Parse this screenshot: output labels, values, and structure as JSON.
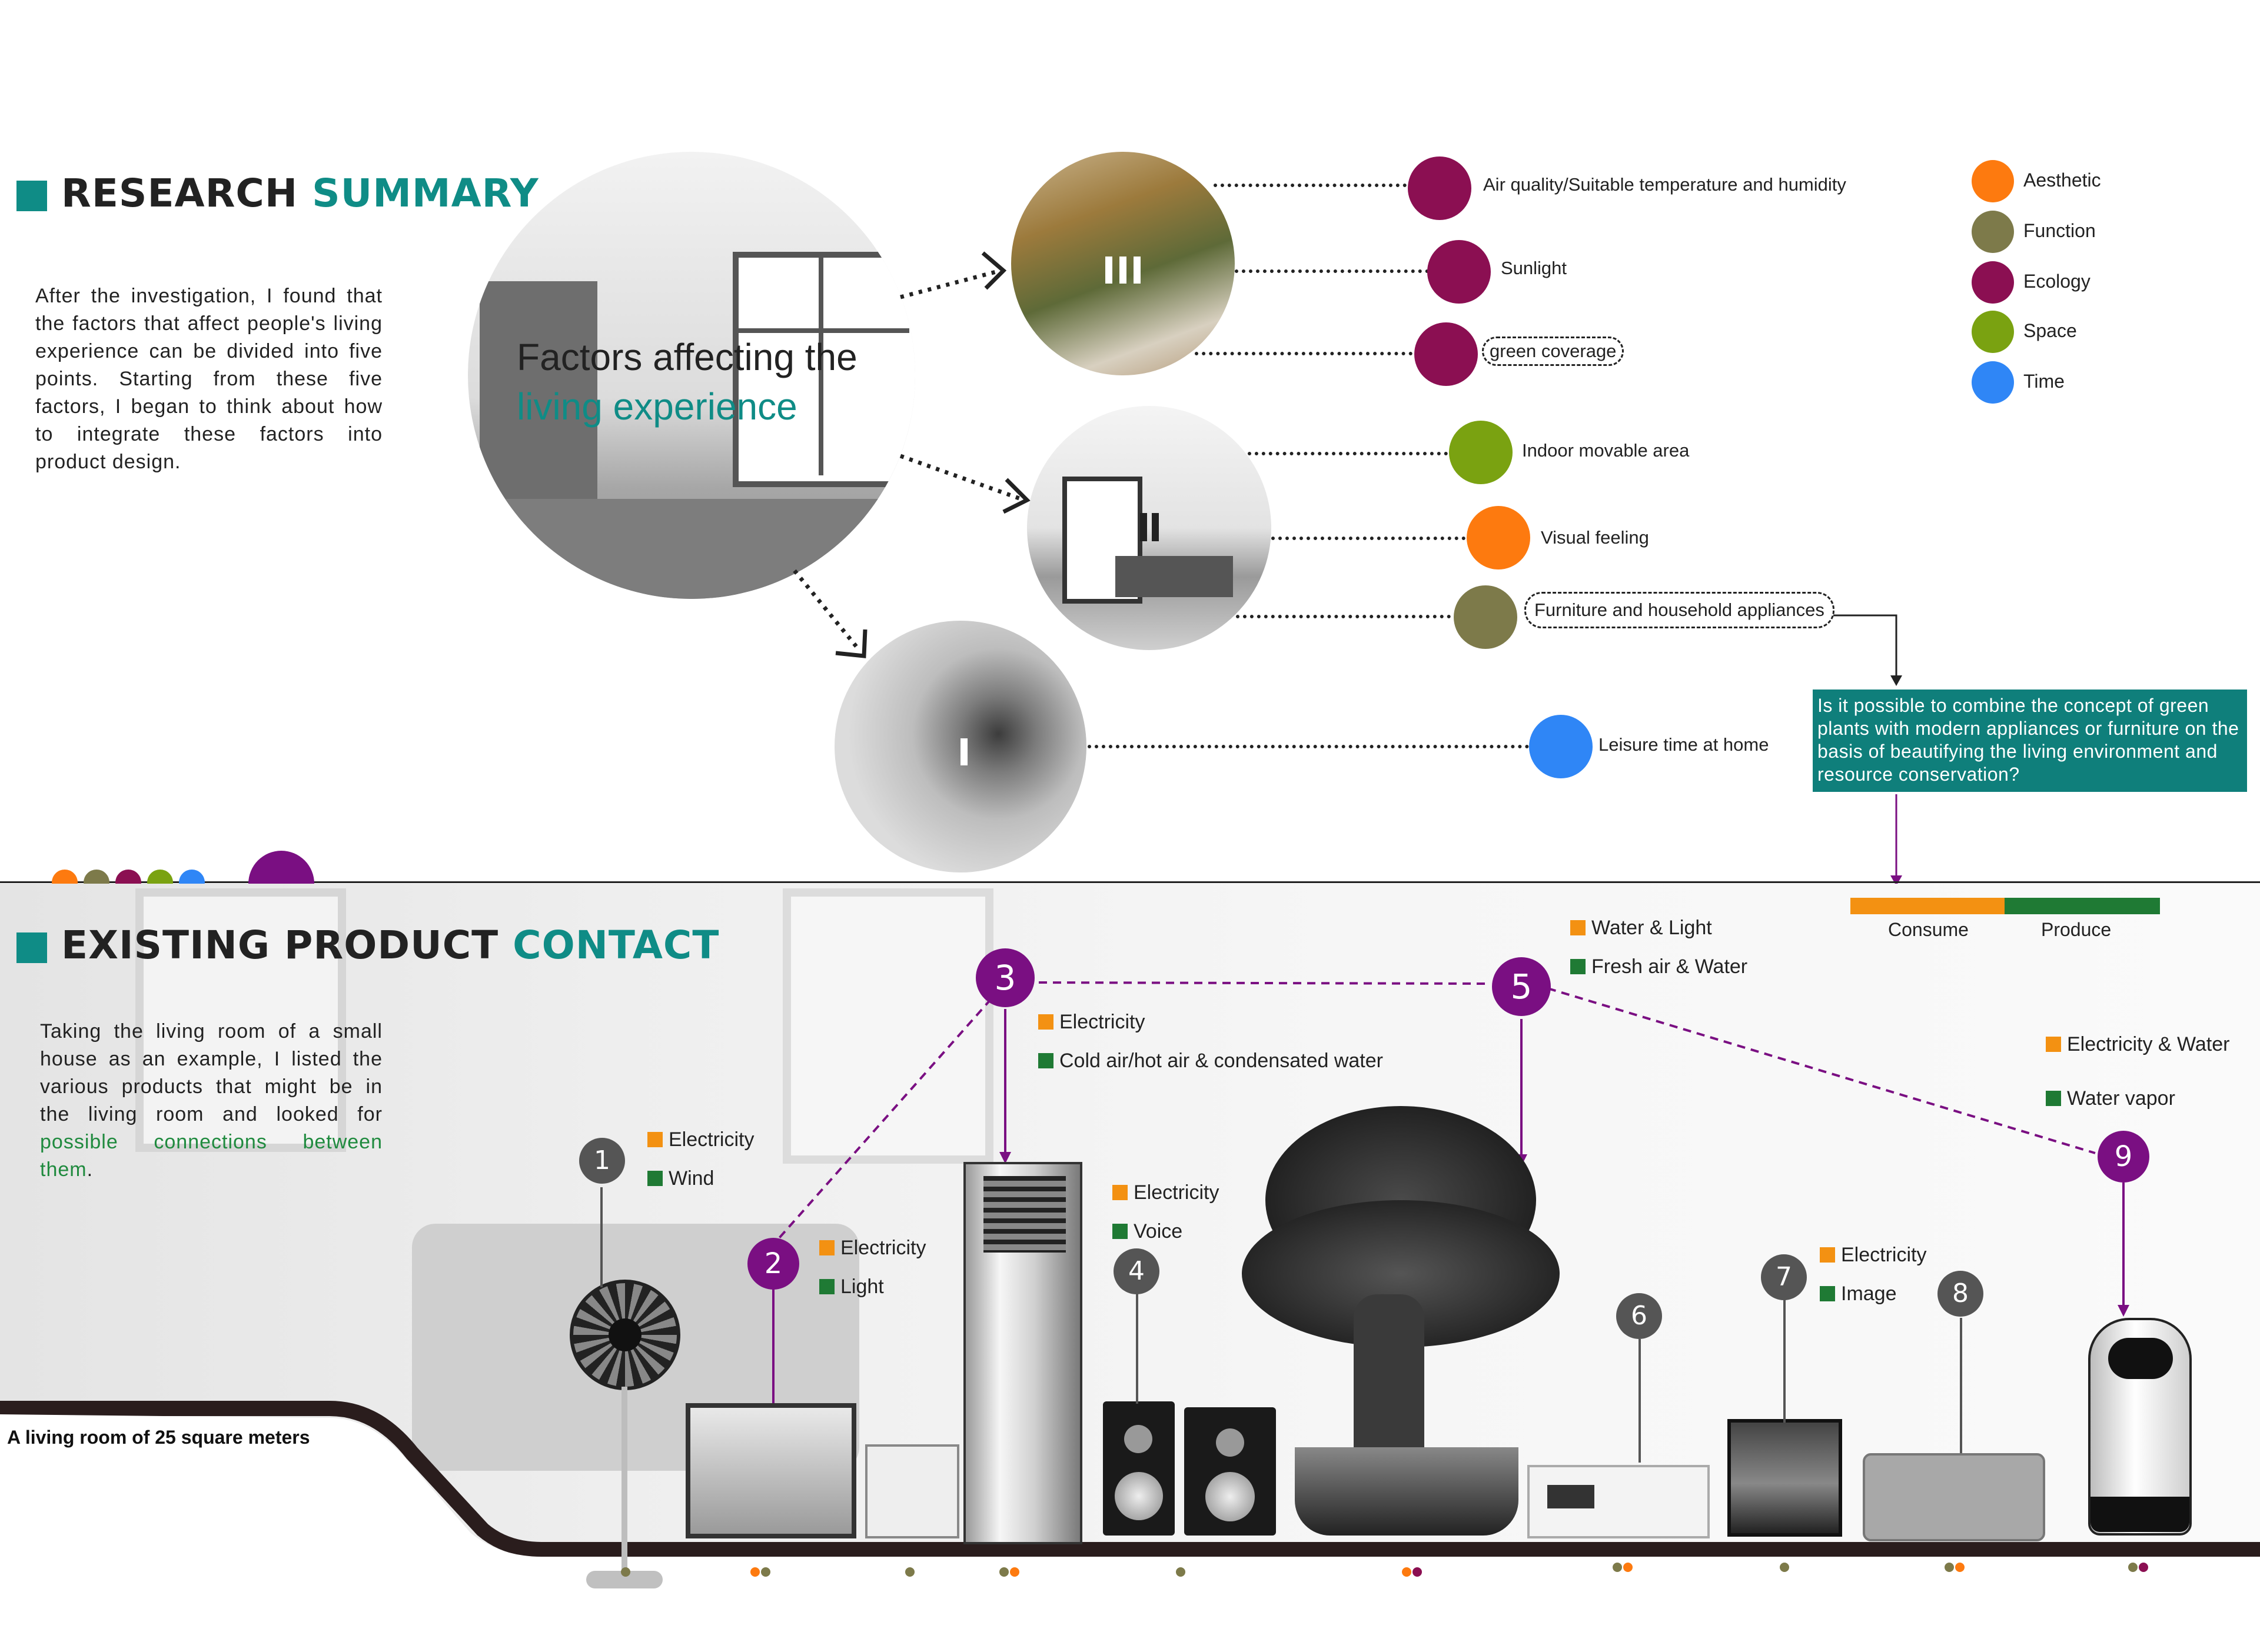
{
  "colors": {
    "teal": "#0f8c86",
    "aesthetic": "#fd7a0f",
    "function": "#7d7a4a",
    "ecology": "#8b0f52",
    "space": "#7aa211",
    "time": "#2f86f6",
    "purple": "#7a0f82",
    "consume": "#f39112",
    "produce": "#1f7a34"
  },
  "research": {
    "title_main": "RESEARCH",
    "title_accent": "SUMMARY",
    "paragraph": "After the investigation, I found that the factors that affect people's living experience can be divided into five points. Starting from these five factors, I began to think about how to integrate these factors into product design.",
    "center_line1": "Factors affecting the",
    "center_line2": "living experience",
    "factors": [
      "Air quality/Suitable temperature and humidity",
      "Sunlight",
      "green coverage",
      "Indoor movable area",
      "Visual feeling",
      "Furniture and household appliances",
      "Leisure time at home"
    ],
    "question": "Is it possible to combine the concept of green plants with modern appliances or furniture on the basis of beautifying the living environment and resource conservation?"
  },
  "legend": [
    "Aesthetic",
    "Function",
    "Ecology",
    "Space",
    "Time"
  ],
  "existing": {
    "title_main": "EXISTING PRODUCT",
    "title_accent": "CONTACT",
    "paragraph_plain": "Taking the living room of a small house as an example, I listed the various products that might be in the living room and looked for",
    "paragraph_accent": "possible connections between them",
    "paragraph_end": ".",
    "room_label": "A living room of 25 square meters",
    "consume_label": "Consume",
    "produce_label": "Produce"
  },
  "numbers": [
    "1",
    "2",
    "3",
    "4",
    "5",
    "6",
    "7",
    "8",
    "9"
  ],
  "tags": {
    "t1a": "Electricity",
    "t1b": "Wind",
    "t2a": "Electricity",
    "t2b": "Light",
    "t3a": "Electricity",
    "t3b": "Cold air/hot air & condensated water",
    "t4a": "Electricity",
    "t4b": "Voice",
    "t5a": "Water & Light",
    "t5b": "Fresh air & Water",
    "t7a": "Electricity",
    "t7b": "Image",
    "t9a": "Electricity & Water",
    "t9b": "Water vapor"
  },
  "icons": {
    "pause": "pause-icon",
    "fan": "fan-icon",
    "lamp": "lamp-icon",
    "ac": "air-conditioner-icon",
    "speaker": "speaker-icon",
    "bonsai": "bonsai-icon",
    "table": "coffee-table-icon",
    "tv": "tv-icon",
    "sofa": "sofa-icon",
    "humidifier": "humidifier-icon"
  }
}
